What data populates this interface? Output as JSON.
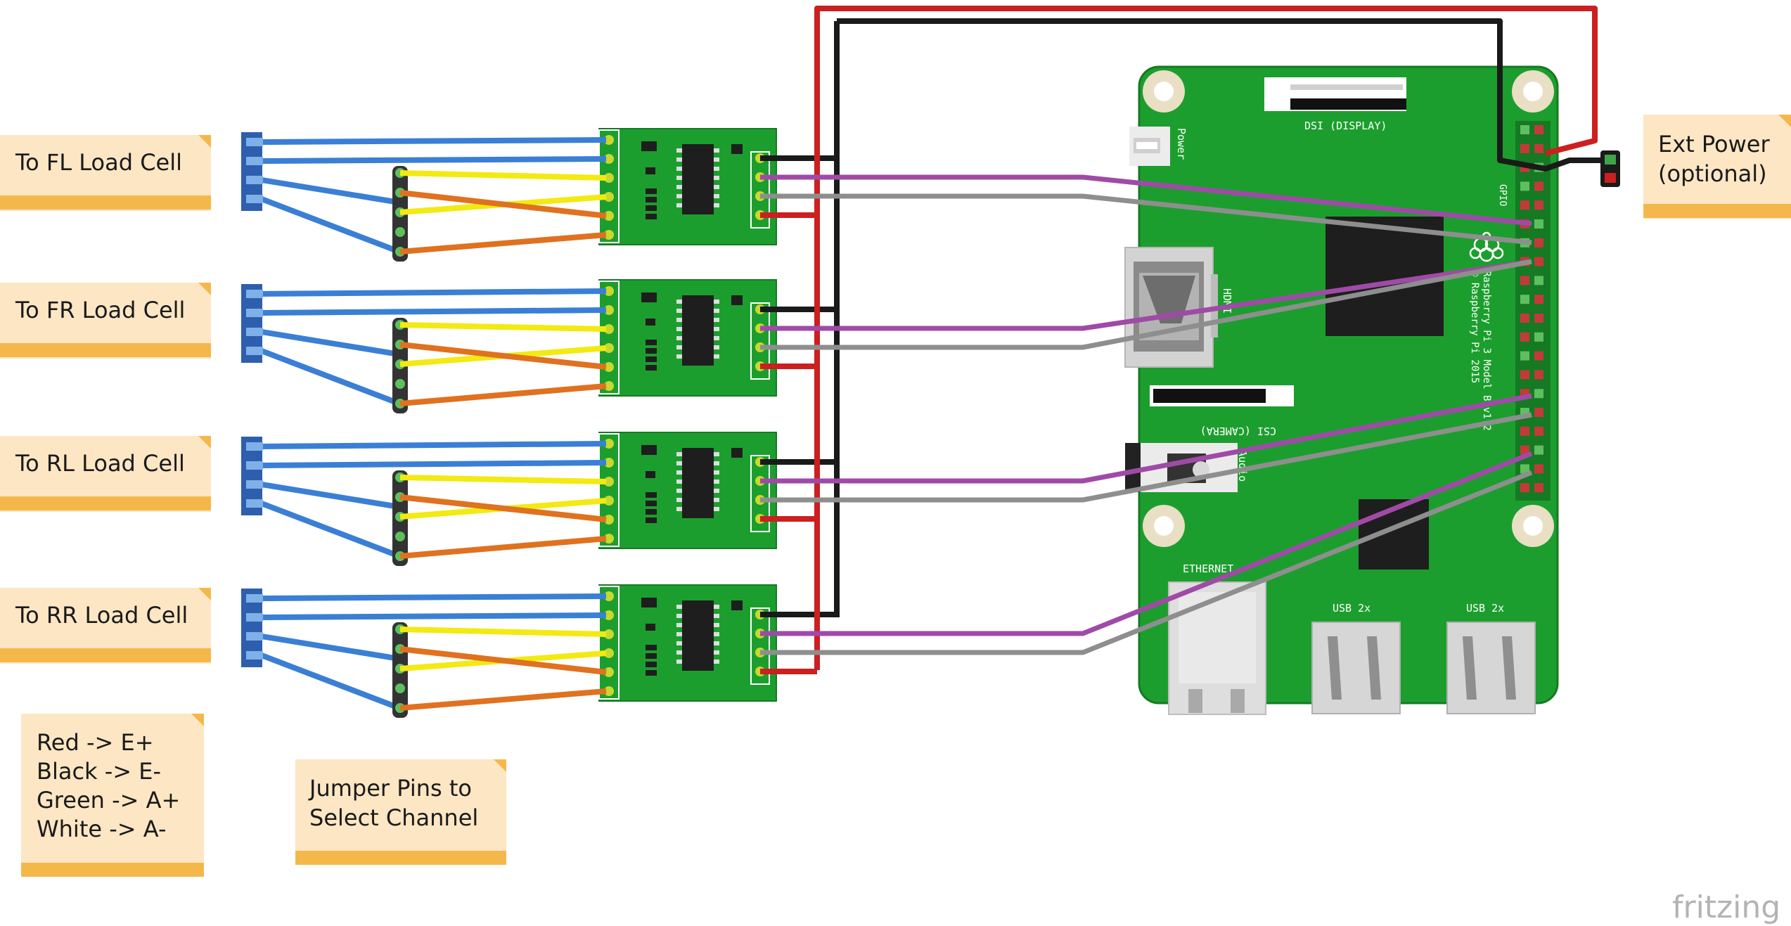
{
  "notes": {
    "fl": "To FL Load Cell",
    "fr": "To FR Load Cell",
    "rl": "To RL Load Cell",
    "rr": "To RR Load Cell",
    "ext_power_line1": "Ext Power",
    "ext_power_line2": "(optional)",
    "legend_line1": "Red -> E+",
    "legend_line2": "Black -> E-",
    "legend_line3": "Green -> A+",
    "legend_line4": "White -> A-",
    "jumper_line1": "Jumper Pins to",
    "jumper_line2": "Select Channel"
  },
  "board_labels": {
    "dsi": "DSI (DISPLAY)",
    "power": "Power",
    "gpio": "GPIO",
    "model_line1": "Raspberry Pi 3 Model B v1.2",
    "model_line2": "© Raspberry Pi 2015",
    "hdmi": "HDMI",
    "csi": "CSI (CAMERA)",
    "audio": "Audio",
    "ethernet": "ETHERNET",
    "usb1": "USB 2x",
    "usb2": "USB 2x"
  },
  "brand": "fritzing",
  "colors": {
    "blue": "#3a7fd5",
    "yellow": "#f2ea12",
    "orange": "#e0711f",
    "purple": "#a04aa7",
    "gray": "#8e8e8e",
    "red": "#cc1f1f",
    "black": "#1a1a1a",
    "pcb_green": "#1c9e2e",
    "note_bg": "#fde6c4",
    "note_edge": "#f4b84a"
  }
}
